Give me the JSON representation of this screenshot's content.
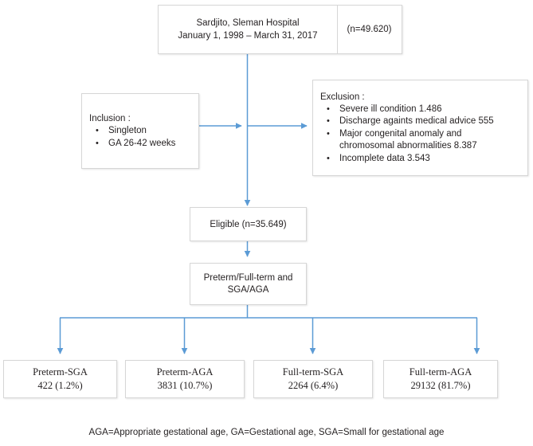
{
  "figure": {
    "type": "flowchart",
    "source_box": {
      "line1": "Sardjito, Sleman Hospital",
      "line2": "January 1, 1998 –  March 31, 2017",
      "count_label": "(n=49.620)"
    },
    "inclusion": {
      "header": "Inclusion :",
      "items": [
        "Singleton",
        "GA 26-42 weeks"
      ]
    },
    "exclusion": {
      "header": "Exclusion :",
      "items": [
        "Severe ill condition 1.486",
        "Discharge againts medical advice 555",
        "Major congenital anomaly and",
        "chromosomal abnormalities 8.387",
        "Incomplete data 3.543"
      ]
    },
    "eligible": {
      "label": "Eligible (n=35.649)"
    },
    "split": {
      "line1": "Preterm/Full-term and",
      "line2": "SGA/AGA"
    },
    "groups": [
      {
        "name": "Preterm-SGA",
        "value": "422 (1.2%)"
      },
      {
        "name": "Preterm-AGA",
        "value": "3831 (10.7%)"
      },
      {
        "name": "Full-term-SGA",
        "value": "2264 (6.4%)"
      },
      {
        "name": "Full-term-AGA",
        "value": "29132 (81.7%)"
      }
    ],
    "footnote": "AGA=Appropriate gestational age, GA=Gestational age, SGA=Small for gestational age",
    "colors": {
      "connector": "#5b9bd5",
      "box_border": "#d6d6d6",
      "text": "#231f20"
    }
  }
}
